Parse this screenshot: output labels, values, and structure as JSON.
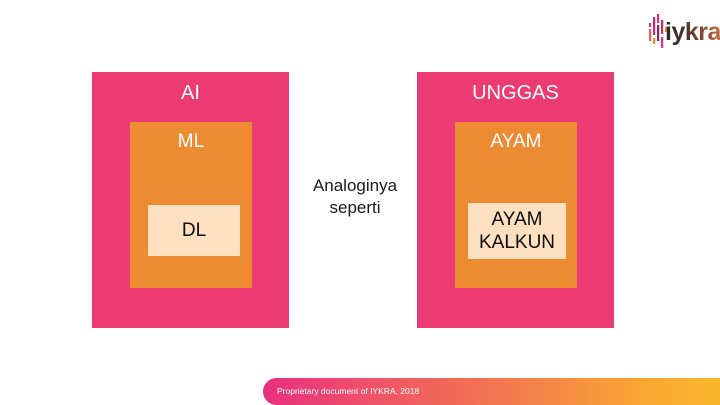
{
  "slide": {
    "background_color": "#ffffff"
  },
  "logo": {
    "wordmark": "iykra",
    "mark_name": "iykra-bars-mark",
    "bar_colors": [
      "#e8307e",
      "#c62a6e",
      "#f05a5a",
      "#ed8b33",
      "#8a2452"
    ]
  },
  "diagram": {
    "left_group": {
      "outer": {
        "label": "AI",
        "color": "#ec3b72",
        "text_color": "#ffffff"
      },
      "middle": {
        "label": "ML",
        "color": "#ed8b33",
        "text_color": "#ffffff"
      },
      "inner": {
        "label": "DL",
        "color": "#fce0bf",
        "text_color": "#0d0d0d"
      }
    },
    "connector": {
      "line1": "Analoginya",
      "line2": "seperti",
      "text_color": "#1a1a1a"
    },
    "right_group": {
      "outer": {
        "label": "UNGGAS",
        "color": "#ec3b72",
        "text_color": "#ffffff"
      },
      "middle": {
        "label": "AYAM",
        "color": "#ed8b33",
        "text_color": "#ffffff"
      },
      "inner": {
        "line1": "AYAM",
        "line2": "KALKUN",
        "color": "#fce0bf",
        "text_color": "#0d0d0d"
      }
    }
  },
  "footer": {
    "text": "Proprietary document of IYKRA, 2018",
    "gradient_start": "#e8307e",
    "gradient_end": "#fbb72c",
    "text_color": "#ffffff"
  }
}
